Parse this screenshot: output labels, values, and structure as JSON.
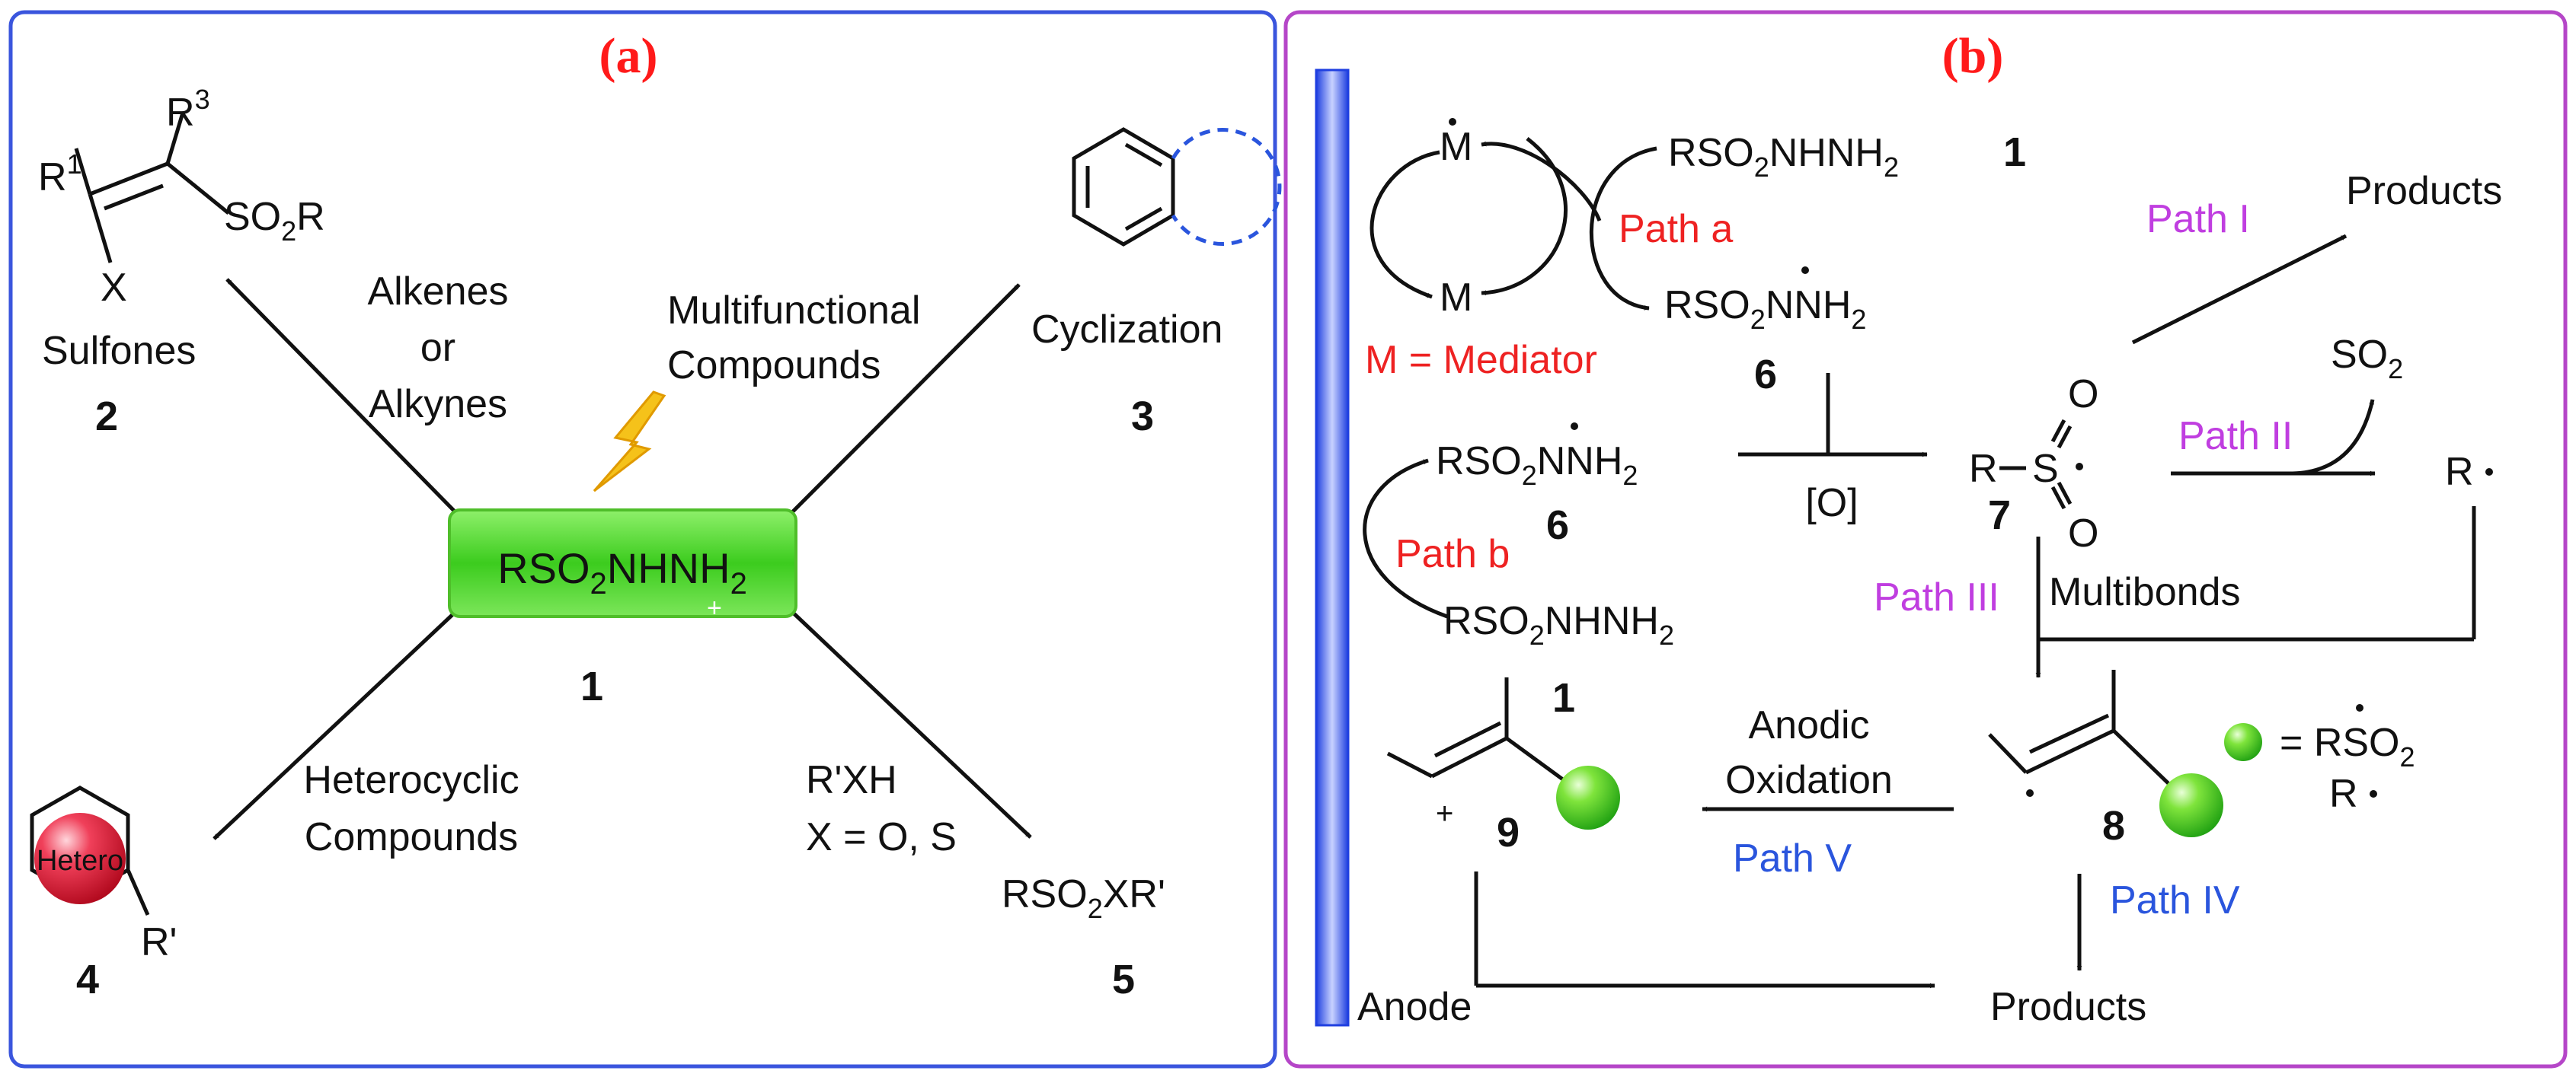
{
  "panel_a": {
    "label": "(a)",
    "center": {
      "formula": [
        "RSO",
        "2",
        "NHNH",
        "2"
      ],
      "number": "1"
    },
    "sulfones": {
      "r1": [
        "R",
        "1"
      ],
      "r3": [
        "R",
        "3"
      ],
      "so2r": [
        "SO",
        "2",
        "R"
      ],
      "x": "X",
      "name": "Sulfones",
      "number": "2",
      "reagent": [
        "Alkenes",
        "or",
        "Alkynes"
      ]
    },
    "cyclization": {
      "name": "Cyclization",
      "number": "3",
      "reagent": [
        "Multifunctional",
        "Compounds"
      ]
    },
    "heterocycles": {
      "ring_label": "Hetero",
      "substituent": "R'",
      "number": "4",
      "reagent": [
        "Heterocyclic",
        "Compounds"
      ]
    },
    "thio": {
      "reagent": [
        "R'XH",
        "X = O, S"
      ],
      "product": [
        "RSO",
        "2",
        "XR'"
      ],
      "number": "5"
    }
  },
  "panel_b": {
    "label": "(b)",
    "electrode": "Anode",
    "mediator_top": "M",
    "mediator_bottom": "M",
    "mediator_def": "M = Mediator",
    "path_a": "Path a",
    "path_b": "Path b",
    "sulfonyl_hydrazide": [
      "RSO",
      "2",
      "NHNH",
      "2"
    ],
    "hydrazide_radical": [
      "RSO",
      "2",
      "NNH",
      "2"
    ],
    "oxidant": "[O]",
    "n1": "1",
    "n6": "6",
    "n7": "7",
    "n8": "8",
    "n9": "9",
    "radical7": {
      "r": "R",
      "s": "S",
      "o": "O"
    },
    "path_I": "Path I",
    "path_II": "Path II",
    "path_III": "Path III",
    "path_IV": "Path IV",
    "path_V": "Path V",
    "products": "Products",
    "so2": [
      "SO",
      "2"
    ],
    "r_radical": "R",
    "multibonds": "Multibonds",
    "anodic": [
      "Anodic",
      "Oxidation"
    ],
    "legend_rso2": [
      "= RSO",
      "2"
    ],
    "legend_r": "R",
    "cation_sign": "+"
  },
  "colors": {
    "panel_a_border": "#3a55dd",
    "panel_b_border": "#b546c8",
    "label": "#ff1a1a",
    "mediator_text": "#ee2222",
    "radical_paths": "#c03ee0",
    "cation_paths": "#2a55dd",
    "green_ball": "#33cc22",
    "hetero_ball": "#e8203a"
  }
}
